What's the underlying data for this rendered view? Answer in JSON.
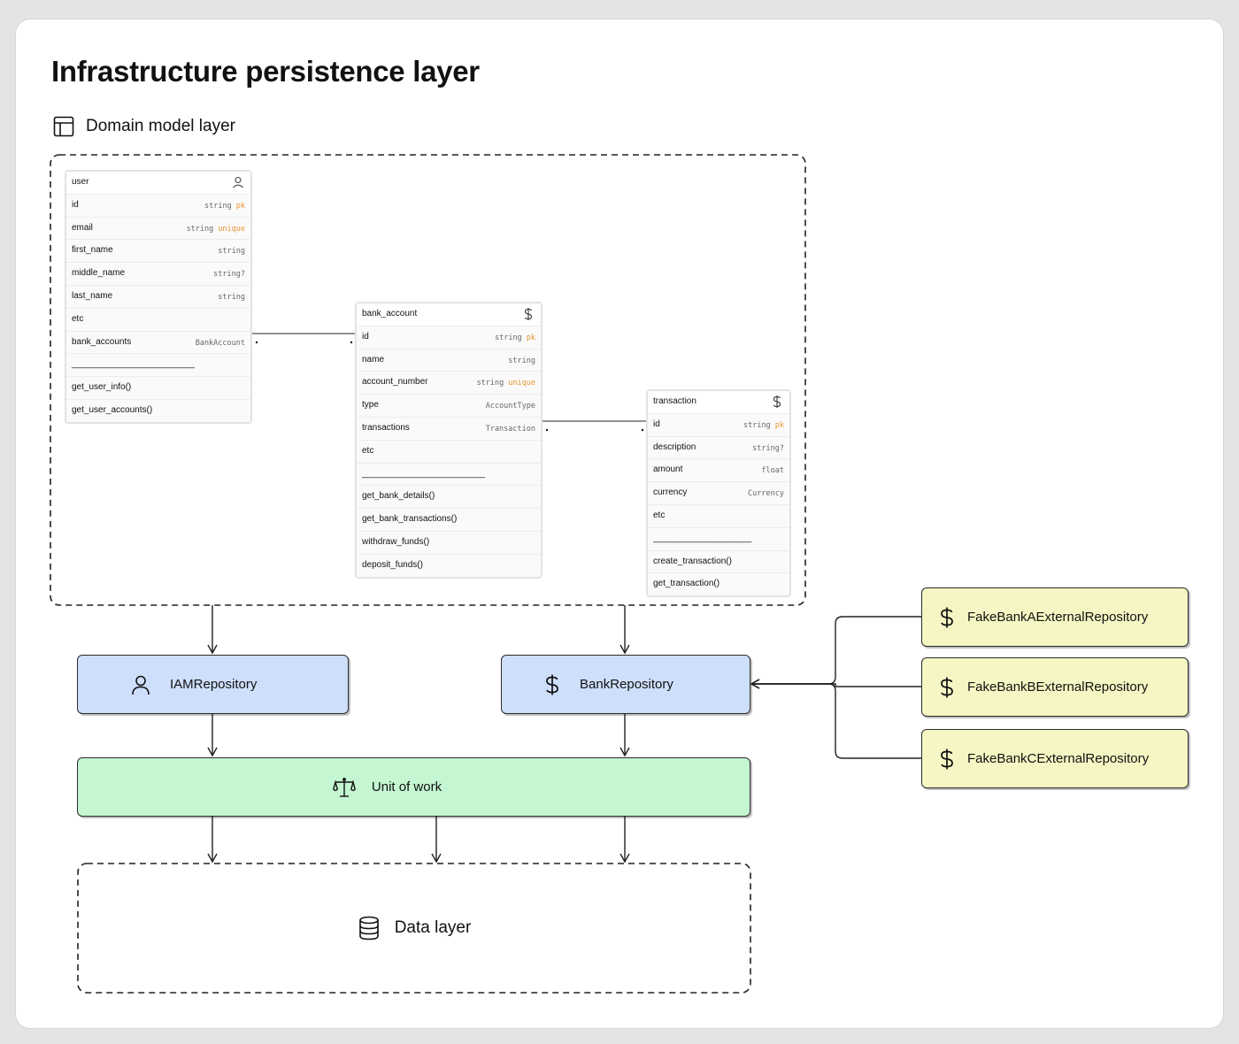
{
  "title": "Infrastructure persistence layer",
  "domain_layer": {
    "label": "Domain model layer",
    "icon": "layout-icon"
  },
  "tables": {
    "user": {
      "name": "user",
      "icon": "user-icon",
      "fields": [
        {
          "name": "id",
          "type": "string",
          "key": "pk"
        },
        {
          "name": "email",
          "type": "string",
          "key": "unique"
        },
        {
          "name": "first_name",
          "type": "string",
          "key": ""
        },
        {
          "name": "middle_name",
          "type": "string?",
          "key": ""
        },
        {
          "name": "last_name",
          "type": "string",
          "key": ""
        },
        {
          "name": "etc",
          "type": "",
          "key": ""
        },
        {
          "name": "bank_accounts",
          "type": "BankAccount",
          "key": ""
        },
        {
          "name": "_________________________",
          "type": "",
          "key": ""
        },
        {
          "name": "get_user_info()",
          "type": "",
          "key": ""
        },
        {
          "name": "get_user_accounts()",
          "type": "",
          "key": ""
        }
      ]
    },
    "bank_account": {
      "name": "bank_account",
      "icon": "dollar-icon",
      "fields": [
        {
          "name": "id",
          "type": "string",
          "key": "pk"
        },
        {
          "name": "name",
          "type": "string",
          "key": ""
        },
        {
          "name": "account_number",
          "type": "string",
          "key": "unique"
        },
        {
          "name": "type",
          "type": "AccountType",
          "key": ""
        },
        {
          "name": "transactions",
          "type": "Transaction",
          "key": ""
        },
        {
          "name": "etc",
          "type": "",
          "key": ""
        },
        {
          "name": "_________________________",
          "type": "",
          "key": ""
        },
        {
          "name": "get_bank_details()",
          "type": "",
          "key": ""
        },
        {
          "name": "get_bank_transactions()",
          "type": "",
          "key": ""
        },
        {
          "name": "withdraw_funds()",
          "type": "",
          "key": ""
        },
        {
          "name": "deposit_funds()",
          "type": "",
          "key": ""
        }
      ]
    },
    "transaction": {
      "name": "transaction",
      "icon": "dollar-icon",
      "fields": [
        {
          "name": "id",
          "type": "string",
          "key": "pk"
        },
        {
          "name": "description",
          "type": "string?",
          "key": ""
        },
        {
          "name": "amount",
          "type": "float",
          "key": ""
        },
        {
          "name": "currency",
          "type": "Currency",
          "key": ""
        },
        {
          "name": "etc",
          "type": "",
          "key": ""
        },
        {
          "name": "____________________",
          "type": "",
          "key": ""
        },
        {
          "name": "create_transaction()",
          "type": "",
          "key": ""
        },
        {
          "name": "get_transaction()",
          "type": "",
          "key": ""
        }
      ]
    }
  },
  "repositories": {
    "iam": {
      "label": "IAMRepository",
      "icon": "user-icon"
    },
    "bank": {
      "label": "BankRepository",
      "icon": "dollar-icon"
    }
  },
  "external_repositories": [
    {
      "label": "FakeBankAExternalRepository",
      "icon": "dollar-icon"
    },
    {
      "label": "FakeBankBExternalRepository",
      "icon": "dollar-icon"
    },
    {
      "label": "FakeBankCExternalRepository",
      "icon": "dollar-icon"
    }
  ],
  "unit_of_work": {
    "label": "Unit of work",
    "icon": "scale-icon"
  },
  "data_layer": {
    "label": "Data layer",
    "icon": "database-icon"
  },
  "colors": {
    "repository": "#cddffb",
    "unit_of_work": "#c3f6d1",
    "external": "#f5f6c3",
    "key_accent": "#e8952f"
  }
}
